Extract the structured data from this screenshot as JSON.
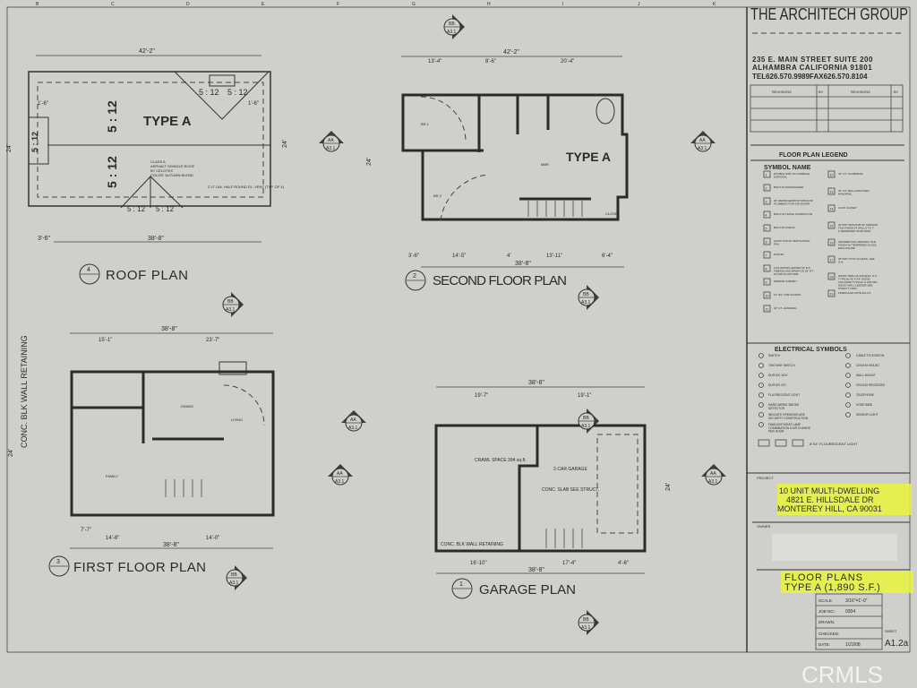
{
  "grid_letters": [
    "B",
    "C",
    "D",
    "E",
    "F",
    "G",
    "H",
    "I",
    "J",
    "K"
  ],
  "roof_plan": {
    "number": "4",
    "title": "ROOF PLAN",
    "label": "TYPE A",
    "pitches": [
      "5 : 12",
      "5 : 12",
      "5 : 12",
      "5 : 12",
      "5 : 12",
      "5 : 12",
      "5 : 12"
    ],
    "dims": {
      "top": "42'-2\"",
      "bottom": "38'-8\"",
      "bottom_left": "3'-6\"",
      "left": "24'",
      "right": "24'",
      "overhang_left": "1'-6\"",
      "overhang_right": "1'-6\""
    },
    "notes": [
      "CLASS A",
      "ASPHALT SHINGLE ROOF",
      "BY CELOTEX",
      "COLOR: AUTUMN BLEND"
    ],
    "vent_note": "2'-0\" DIA. HALF ROUND EL. VENT (TYP. OF 4)"
  },
  "second_floor_plan": {
    "number": "2",
    "title": "SECOND FLOOR PLAN",
    "label": "TYPE A",
    "rooms": [
      "BR 1",
      "BR 2",
      "MBR",
      "CLOSET"
    ],
    "dims": {
      "top": "42'-2\"",
      "top_segments": [
        "13'-4\"",
        "8'-6\"",
        "20'-4\""
      ],
      "bottom": "38'-8\"",
      "bottom_segments": [
        "3'-6\"",
        "14'-5\"",
        "4'",
        "13'-11\"",
        "6'-4\""
      ],
      "left": "24'"
    }
  },
  "first_floor_plan": {
    "number": "3",
    "title": "FIRST FLOOR PLAN",
    "rooms": [
      "DINING",
      "LIVING",
      "FAMILY"
    ],
    "wall_note": "CONC. BLK WALL RETAINING",
    "dims": {
      "top": "38'-8\"",
      "top_segments": [
        "15'-1\"",
        "23'-7\""
      ],
      "bottom": "38'-8\"",
      "bottom_segments": [
        "7'-7\"",
        "14'-8\"",
        "14'-0\""
      ],
      "left": "24'"
    }
  },
  "garage_plan": {
    "number": "1",
    "title": "GARAGE PLAN",
    "rooms": [
      "CRAWL SPACE 394 sq.ft.",
      "2-CAR GARAGE"
    ],
    "notes": [
      "CONC. BLK WALL RETAINING",
      "CONC. SLAB SEE STRUCT."
    ],
    "dims": {
      "top": "38'-8\"",
      "top_segments": [
        "19'-7\"",
        "19'-1\""
      ],
      "bottom": "38'-8\"",
      "bottom_segments": [
        "16'-10\"",
        "17'-4\"",
        "4'-6\""
      ],
      "right": "24'"
    }
  },
  "section_markers": {
    "aa": "AA",
    "bb": "BB",
    "sheet": "A3.1"
  },
  "title_block": {
    "firm": "THE ARCHITECH GROUP",
    "address_1": "235 E. MAIN STREET SUITE 200",
    "address_2": "ALHAMBRA CALIFORNIA 91801",
    "phone": "TEL626.570.9989FAX626.570.8104",
    "revisions_header": [
      "REVISIONS",
      "BY",
      "REVISIONS",
      "BY"
    ],
    "legend_title": "FLOOR PLAN LEGEND",
    "legend_header": "SYMBOL   NAME",
    "legend_items": [
      {
        "n": "1",
        "name": "DOUBLE SINK W/ GARBAGE DISPOSAL"
      },
      {
        "n": "2",
        "name": "BUILT-IN DISHWASHER"
      },
      {
        "n": "3",
        "name": "36\" REFRIGERATOR SPACE W/ PLUMBING FOR ICE MAKER"
      },
      {
        "n": "4",
        "name": "BUILT-IN TRASH COMPACTOR"
      },
      {
        "n": "5",
        "name": "BUILT-IN OVENS"
      },
      {
        "n": "6",
        "name": "COOK TOP W/ VENTILATING FAN"
      },
      {
        "n": "7",
        "name": "PANTRY"
      },
      {
        "n": "8",
        "name": "GAS WATER HEATER W/ R-5 FIBERGLASS WRAP ON 18\" HT. PLYWD PLATFORM"
      },
      {
        "n": "9",
        "name": "MIRROR CABINET"
      },
      {
        "n": "10",
        "name": "12\" SQ. TUB ACCESS"
      },
      {
        "n": "11",
        "name": "34\" HT. HANDRAIL"
      },
      {
        "n": "12",
        "name": "42\" HT. GUARDRAIL"
      },
      {
        "n": "13",
        "name": "34\" HT. WALL MOUNTED HANDRAIL"
      },
      {
        "n": "14",
        "name": "COAT CLOSET"
      },
      {
        "n": "15",
        "name": "32\"X60\" BATHTUB W/ CERAMIC TILE FINISH AT WALLS TO 7' & RECESSED SOAP DISH"
      },
      {
        "n": "16",
        "name": "SHOWER PAN CERAMIC TILE FINISH W/ TEMPERED GLASS ENCLOSURE"
      },
      {
        "n": "17",
        "name": "30\"X30\" ATTIC ACCESS, SEE G.N."
      },
      {
        "n": "18",
        "name": "WOOD TRELLIS 2X8 @24\" O.C. TYPICAL W/ 4\"X4\" WOOD COLUMNS TYPICAL & 2X8 MIN. WOOD WALL LEDGER SEE STRUCT. DWG."
      },
      {
        "n": "19",
        "name": "FIREPLACE NOTE #/A-2.5"
      }
    ],
    "electrical_title": "ELECTRICAL SYMBOLS",
    "electrical_left": [
      "SWITCH",
      "TWO WAY SWITCH",
      "DUPLEX 110V",
      "DUPLEX GFI",
      "FLUORESCENT LIGHT",
      "HARD-WIRED SMOKE DETECTOR",
      "INDICATE OPENINGS ARE SECURITY CONSTRUCTION",
      "FAN/LIGHT/HEAT LAMP COMBINATION 5 AIR CHANGE PER HOUR"
    ],
    "electrical_right": [
      "CABLE TELEVISION",
      "CEILING MOUNT",
      "WALL MOUNT",
      "CEILING RECESSED",
      "TELEPHONE",
      "HOSE BIBB",
      "SENSOR LIGHT"
    ],
    "fluorescent_note": "8\"X4\" FLOURESCENT LIGHT",
    "project_label": "PROJECT",
    "project_1": "10 UNIT MULTI-DWELLING",
    "project_2": "4821 E. HILLSDALE DR",
    "project_3": "MONTEREY HILL, CA 90031",
    "owner_label": "OWNER",
    "sheet_title_1": "FLOOR PLANS",
    "sheet_title_2": "TYPE A (1,890 S.F.)",
    "scale_label": "SCALE:",
    "scale": "3/16\"=1'-0\"",
    "job_label": "JOB NO.:",
    "job": "0304",
    "drawn_label": "DRAWN:",
    "checked_label": "CHECKED:",
    "date_label": "DATE:",
    "date": "1/22/08",
    "sheet_label": "SHEET",
    "sheet": "A1.2a",
    "highlight_color": "#e9f53a"
  },
  "watermark": "CRMLS"
}
